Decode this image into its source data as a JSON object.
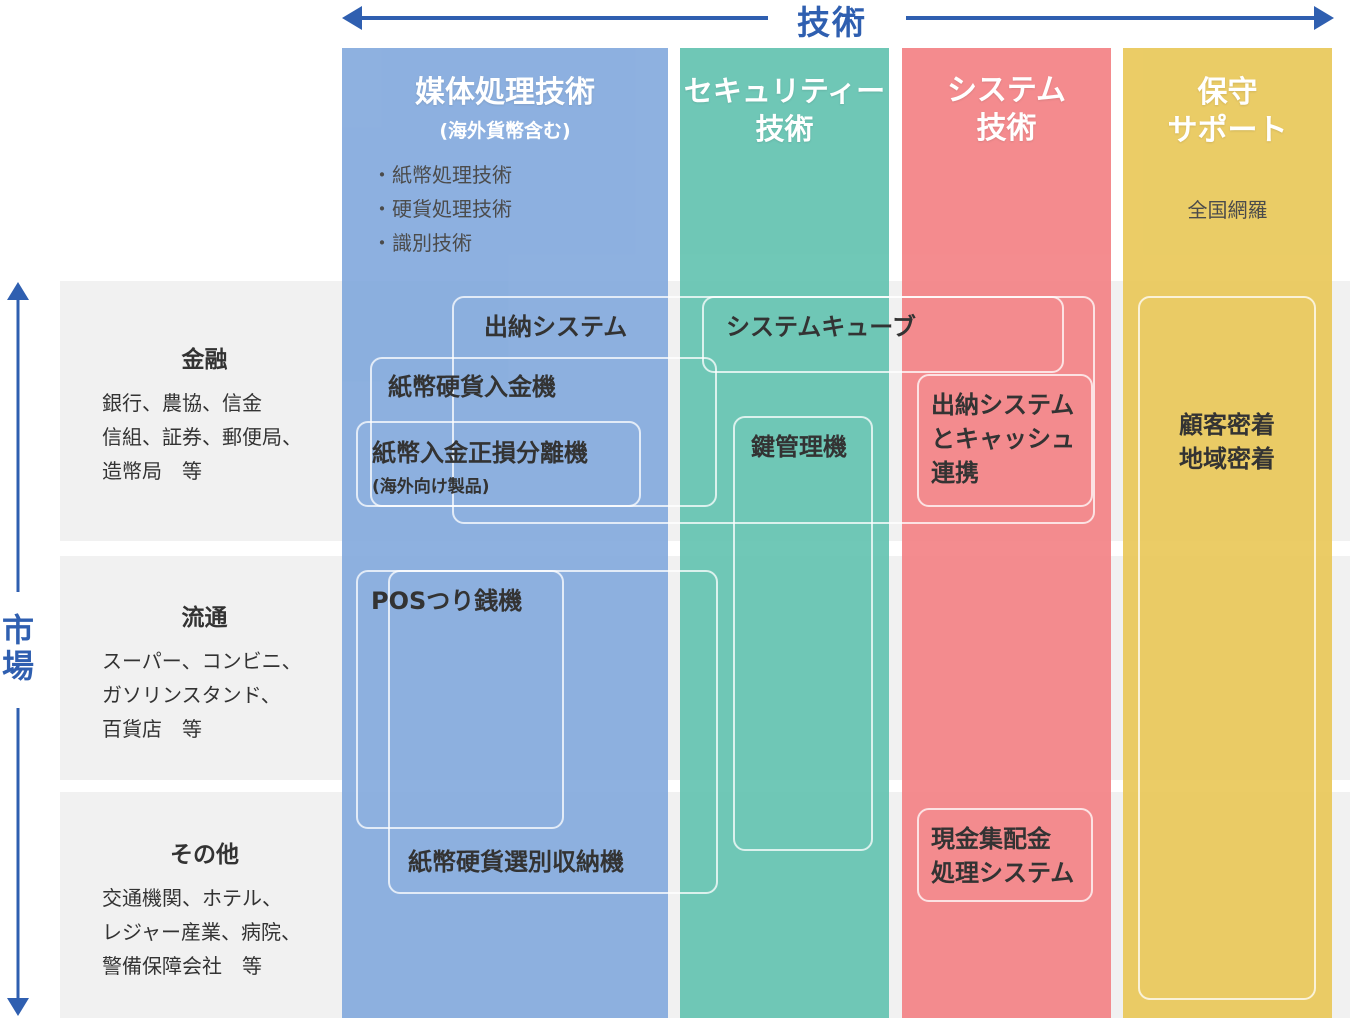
{
  "axes": {
    "technology": "技術",
    "market": "市場",
    "color": "#2f5fb0"
  },
  "columns": [
    {
      "title": "媒体処理技術",
      "subtitle": "(海外貨幣含む)",
      "items": [
        "・紙幣処理技術",
        "・硬貨処理技術",
        "・識別技術"
      ],
      "color": "#7ea6dc"
    },
    {
      "title": "セキュリティー\n技術",
      "color": "#5cc0ad"
    },
    {
      "title": "システム\n技術",
      "color": "#f37c7f"
    },
    {
      "title": "保守\nサポート",
      "note": "全国網羅",
      "color": "#e8c551"
    }
  ],
  "markets": [
    {
      "title": "金融",
      "desc": "銀行、農協、信金\n信組、証券、郵便局、\n造幣局　等"
    },
    {
      "title": "流通",
      "desc": "スーパー、コンビニ、\nガソリンスタンド、\n百貨店　等"
    },
    {
      "title": "その他",
      "desc": "交通機関、ホテル、\nレジャー産業、病院、\n警備保障会社　等"
    }
  ],
  "products": {
    "suitou_system": "出納システム",
    "system_cube": "システムキューブ",
    "note_coin_deposit": "紙幣硬貨入金機",
    "note_deposit_sorter": "紙幣入金正損分離機",
    "note_deposit_sorter_sub": "(海外向け製品)",
    "key_manager": "鍵管理機",
    "suitou_cash_link": "出納システム\nとキャッシュ\n連携",
    "customer_local": "顧客密着\n地域密着",
    "pos_change": "POSつり銭機",
    "note_coin_sorter": "紙幣硬貨選別収納機",
    "cash_collection": "現金集配金\n処理システム"
  }
}
